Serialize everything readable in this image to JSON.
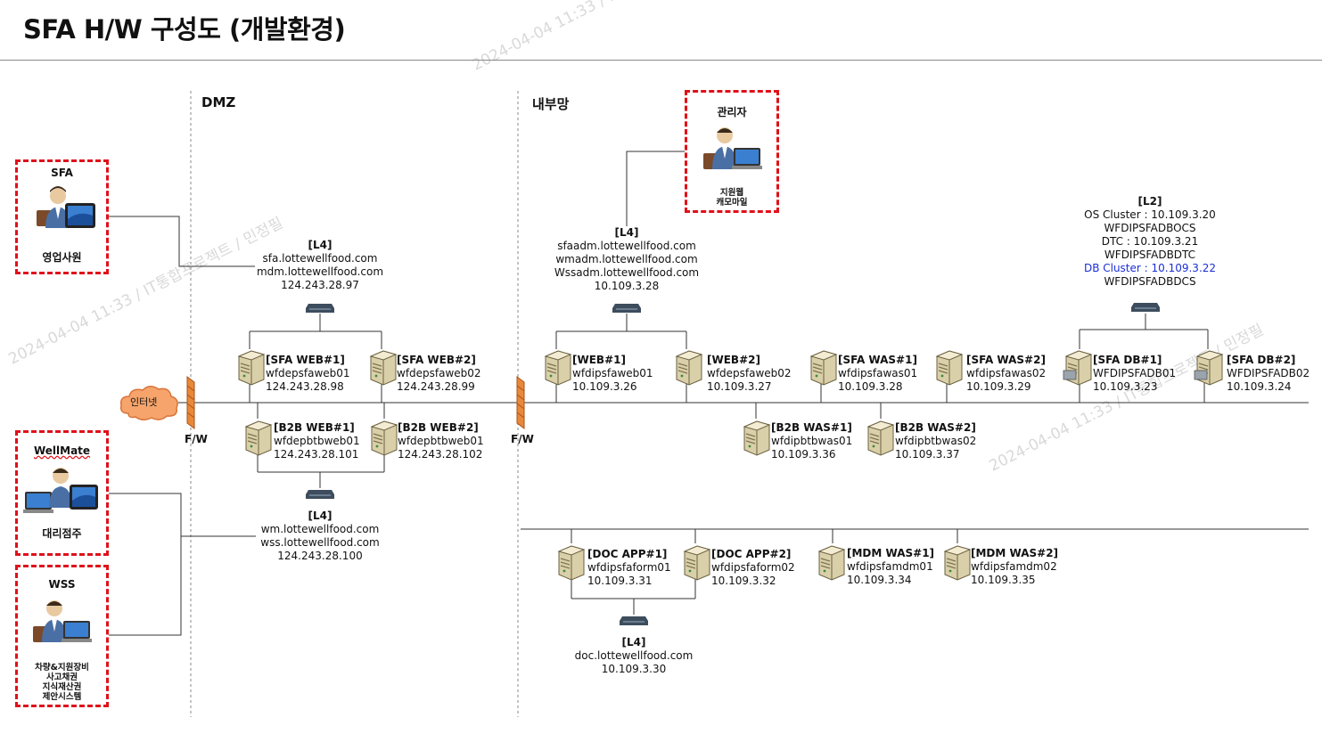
{
  "title": "SFA H/W 구성도 (개발환경)",
  "zones": {
    "dmz": "DMZ",
    "internal": "내부망"
  },
  "firewall_label": "F/W",
  "internet_label": "인터넷",
  "watermark": "2024-04-04 11:33 / IT통합프로젝트 / 민정필",
  "clients": {
    "sfa": {
      "title": "SFA",
      "caption": "영업사원"
    },
    "wellmate": {
      "title": "WellMate",
      "caption": "대리점주"
    },
    "wss": {
      "title": "WSS",
      "lines": [
        "차량&지원장비",
        "사고채권",
        "지식재산권",
        "제안시스템"
      ]
    },
    "admin": {
      "title": "관리자",
      "lines": [
        "지원웹",
        "캐모마일"
      ]
    }
  },
  "lb": {
    "dmz_top": {
      "title": "[L4]",
      "lines": [
        "sfa.lottewellfood.com",
        "mdm.lottewellfood.com",
        "124.243.28.97"
      ]
    },
    "dmz_bottom": {
      "title": "[L4]",
      "lines": [
        "wm.lottewellfood.com",
        "wss.lottewellfood.com",
        "124.243.28.100"
      ]
    },
    "internal_top": {
      "title": "[L4]",
      "lines": [
        "sfaadm.lottewellfood.com",
        "wmadm.lottewellfood.com",
        "Wssadm.lottewellfood.com",
        "10.109.3.28"
      ]
    },
    "db_cluster": {
      "title": "[L2]",
      "lines": [
        "OS Cluster : 10.109.3.20",
        "WFDIPSFADBOCS",
        "DTC : 10.109.3.21",
        "WFDIPSFADBDTC",
        "DB Cluster : 10.109.3.22",
        "WFDIPSFADBDCS"
      ]
    },
    "doc": {
      "title": "[L4]",
      "lines": [
        "doc.lottewellfood.com",
        "10.109.3.30"
      ]
    }
  },
  "servers": {
    "sfa_web1": {
      "name": "[SFA WEB#1]",
      "host": "wfdepsfaweb01",
      "ip": "124.243.28.98"
    },
    "sfa_web2": {
      "name": "[SFA WEB#2]",
      "host": "wfdepsfaweb02",
      "ip": "124.243.28.99"
    },
    "b2b_web1": {
      "name": "[B2B WEB#1]",
      "host": "wfdepbtbweb01",
      "ip": "124.243.28.101"
    },
    "b2b_web2": {
      "name": "[B2B WEB#2]",
      "host": "wfdepbtbweb01",
      "ip": "124.243.28.102"
    },
    "web1": {
      "name": "[WEB#1]",
      "host": "wfdipsfaweb01",
      "ip": "10.109.3.26"
    },
    "web2": {
      "name": "[WEB#2]",
      "host": "wfdepsfaweb02",
      "ip": "10.109.3.27"
    },
    "sfa_was1": {
      "name": "[SFA WAS#1]",
      "host": "wfdipsfawas01",
      "ip": "10.109.3.28"
    },
    "sfa_was2": {
      "name": "[SFA WAS#2]",
      "host": "wfdipsfawas02",
      "ip": "10.109.3.29"
    },
    "sfa_db1": {
      "name": "[SFA DB#1]",
      "host": "WFDIPSFADB01",
      "ip": "10.109.3.23"
    },
    "sfa_db2": {
      "name": "[SFA DB#2]",
      "host": "WFDIPSFADB02",
      "ip": "10.109.3.24"
    },
    "b2b_was1": {
      "name": "[B2B WAS#1]",
      "host": "wfdipbtbwas01",
      "ip": "10.109.3.36"
    },
    "b2b_was2": {
      "name": "[B2B WAS#2]",
      "host": "wfdipbtbwas02",
      "ip": "10.109.3.37"
    },
    "doc_app1": {
      "name": "[DOC APP#1]",
      "host": "wfdipsfaform01",
      "ip": "10.109.3.31"
    },
    "doc_app2": {
      "name": "[DOC APP#2]",
      "host": "wfdipsfaform02",
      "ip": "10.109.3.32"
    },
    "mdm_was1": {
      "name": "[MDM WAS#1]",
      "host": "wfdipsfamdm01",
      "ip": "10.109.3.34"
    },
    "mdm_was2": {
      "name": "[MDM WAS#2]",
      "host": "wfdipsfamdm02",
      "ip": "10.109.3.35"
    }
  },
  "colors": {
    "client_box_border": "#e0101a",
    "db_cluster_text": "#1a2fd6",
    "firewall": "#e8893a"
  }
}
